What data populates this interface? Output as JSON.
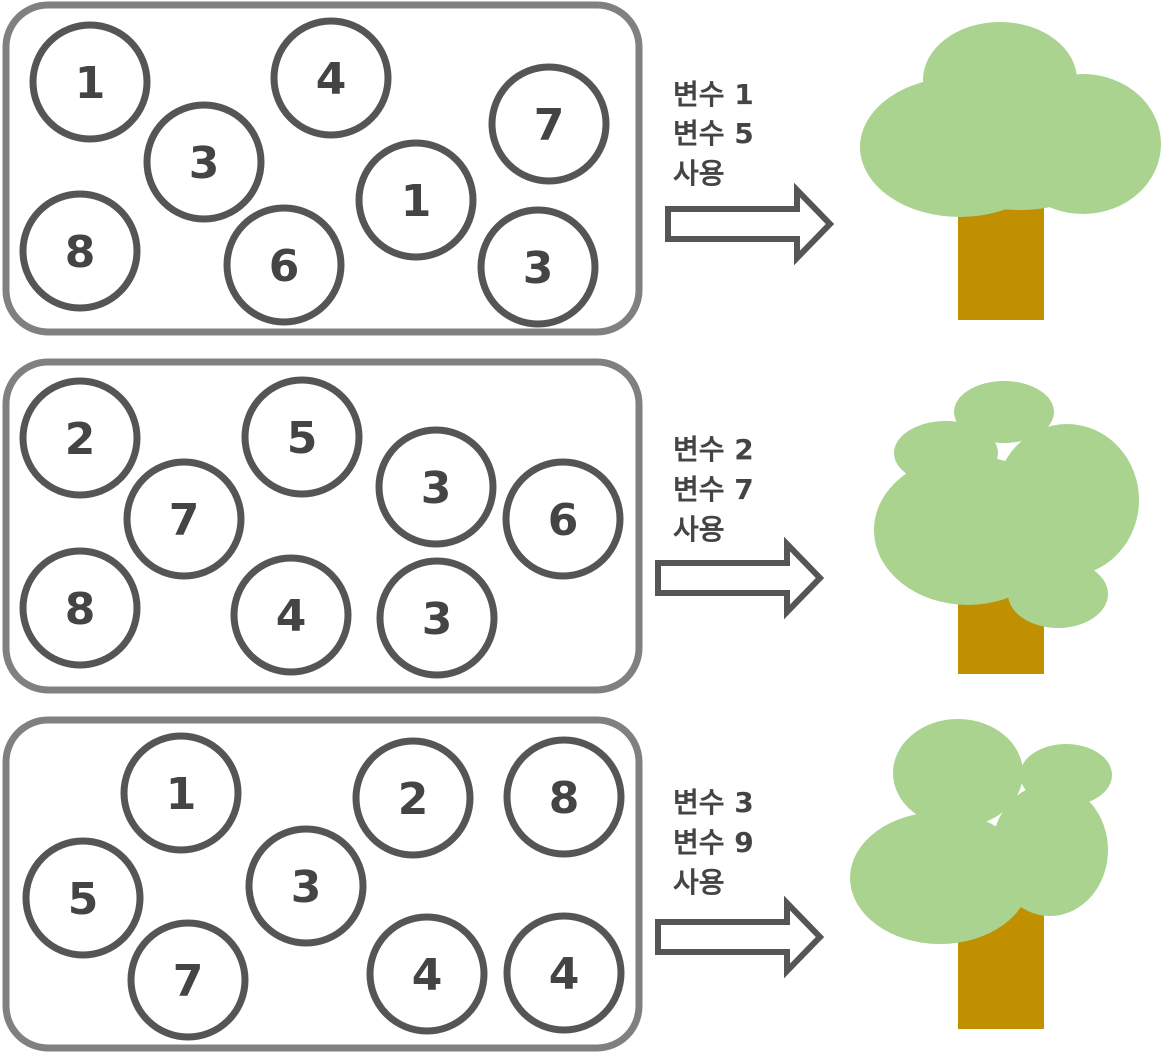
{
  "colors": {
    "panel_border": "#808080",
    "circle_stroke": "#555555",
    "text": "#444444",
    "arrow_stroke": "#555555",
    "foliage": "#a9d38e",
    "trunk": "#c09000"
  },
  "panels": [
    {
      "samples": [
        "1",
        "4",
        "7",
        "3",
        "1",
        "8",
        "6",
        "3"
      ],
      "variables": [
        "변수 1",
        "변수 5",
        "사용"
      ],
      "tree_icon": "tree-icon-round"
    },
    {
      "samples": [
        "2",
        "5",
        "3",
        "6",
        "7",
        "8",
        "4",
        "3"
      ],
      "variables": [
        "변수 2",
        "변수 7",
        "사용"
      ],
      "tree_icon": "tree-icon-bushy"
    },
    {
      "samples": [
        "1",
        "2",
        "8",
        "3",
        "5",
        "7",
        "4",
        "4"
      ],
      "variables": [
        "변수 3",
        "변수 9",
        "사용"
      ],
      "tree_icon": "tree-icon-lopsided"
    }
  ]
}
